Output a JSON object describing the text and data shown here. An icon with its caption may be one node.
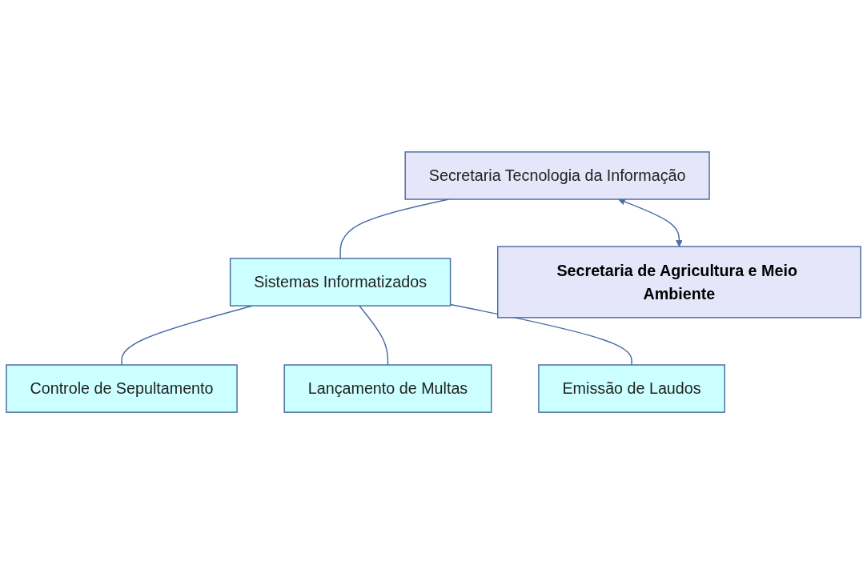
{
  "diagram": {
    "nodes": [
      {
        "text": [
          "Secretaria Tecnologia da Informação"
        ]
      },
      {
        "text": [
          "Secretaria de Agricultura e Meio Ambiente"
        ]
      },
      {
        "text": [
          "Sistemas Informatizados"
        ]
      },
      {
        "text": [
          "Controle de Sepultamento"
        ]
      },
      {
        "text": [
          "Lançamento de Multas"
        ]
      },
      {
        "text": [
          "Emissão de Laudos"
        ]
      }
    ],
    "edges": [
      {
        "from": 0,
        "to": 1,
        "arrow": "both"
      },
      {
        "from": 0,
        "to": 2,
        "arrow": "none"
      },
      {
        "from": 2,
        "to": 3,
        "arrow": "none"
      },
      {
        "from": 2,
        "to": 4,
        "arrow": "none"
      },
      {
        "from": 2,
        "to": 5,
        "arrow": "none"
      }
    ]
  }
}
